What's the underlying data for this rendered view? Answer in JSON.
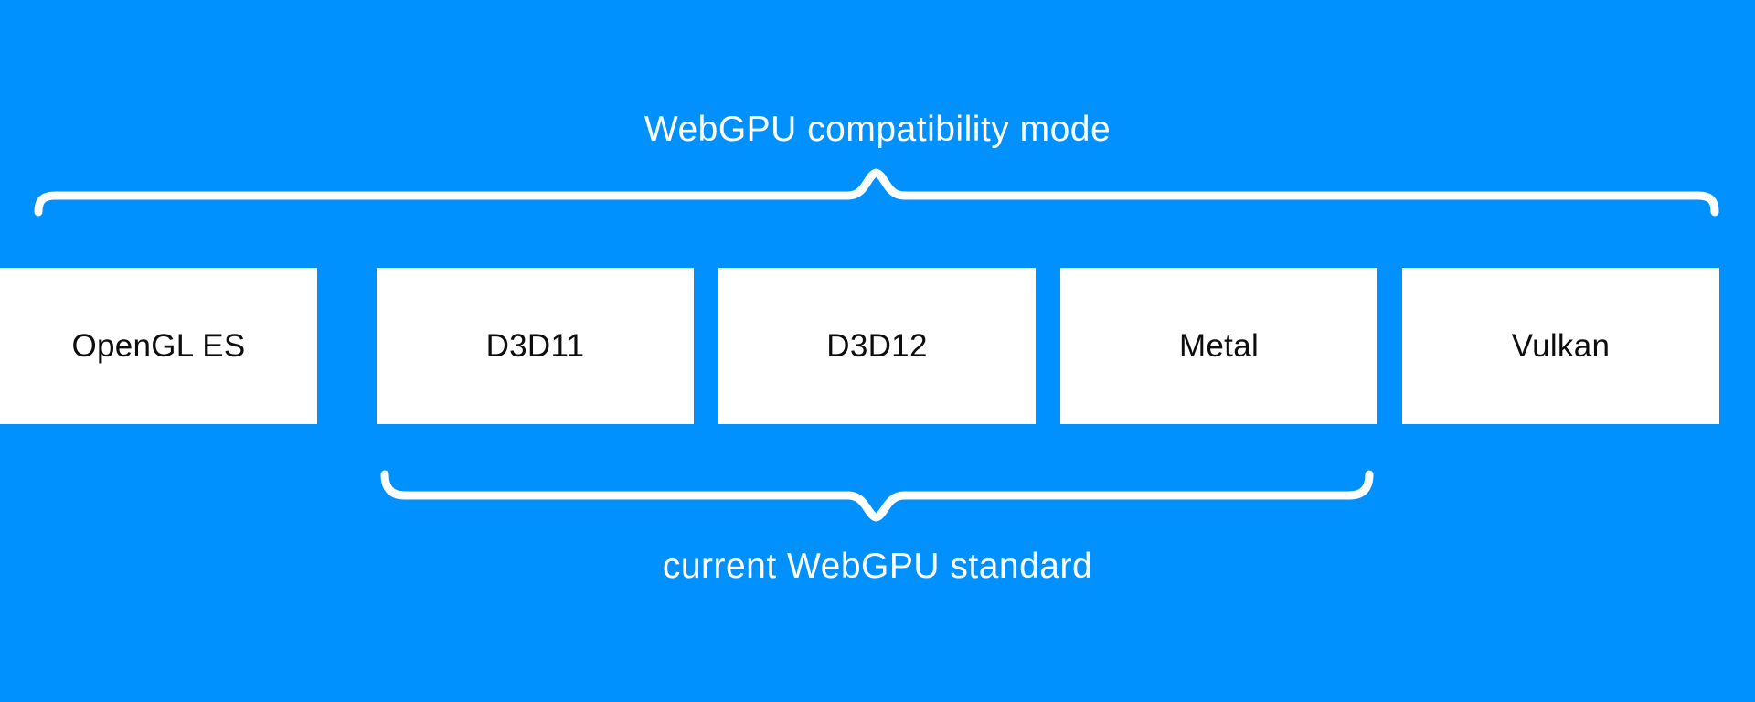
{
  "colors": {
    "background": "#0191ff",
    "box_fill": "#ffffff",
    "box_text": "#0d0d0d",
    "label_text": "#ffffff",
    "brace": "#ffffff"
  },
  "top_group": {
    "label": "WebGPU compatibility mode"
  },
  "bottom_group": {
    "label": "current WebGPU standard"
  },
  "boxes": [
    {
      "label": "D3D11"
    },
    {
      "label": "D3D12"
    },
    {
      "label": "Metal"
    },
    {
      "label": "Vulkan"
    },
    {
      "label": "OpenGL ES"
    }
  ]
}
